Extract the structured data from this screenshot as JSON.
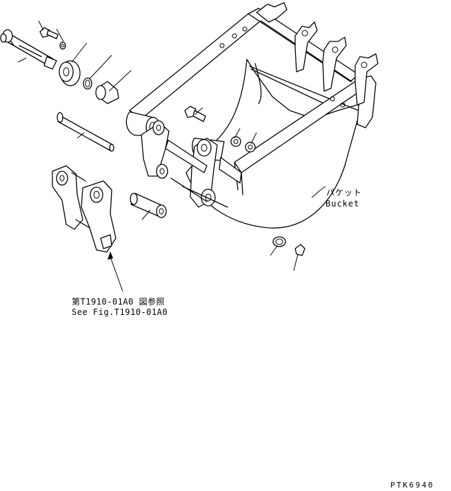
{
  "labels": {
    "bucket_jp": "バケット",
    "bucket_en": "Bucket",
    "reference_jp": "第T1910-01A0 図参照",
    "reference_en": "See Fig.T1910-01A0",
    "drawing_code": "PTK6940"
  }
}
